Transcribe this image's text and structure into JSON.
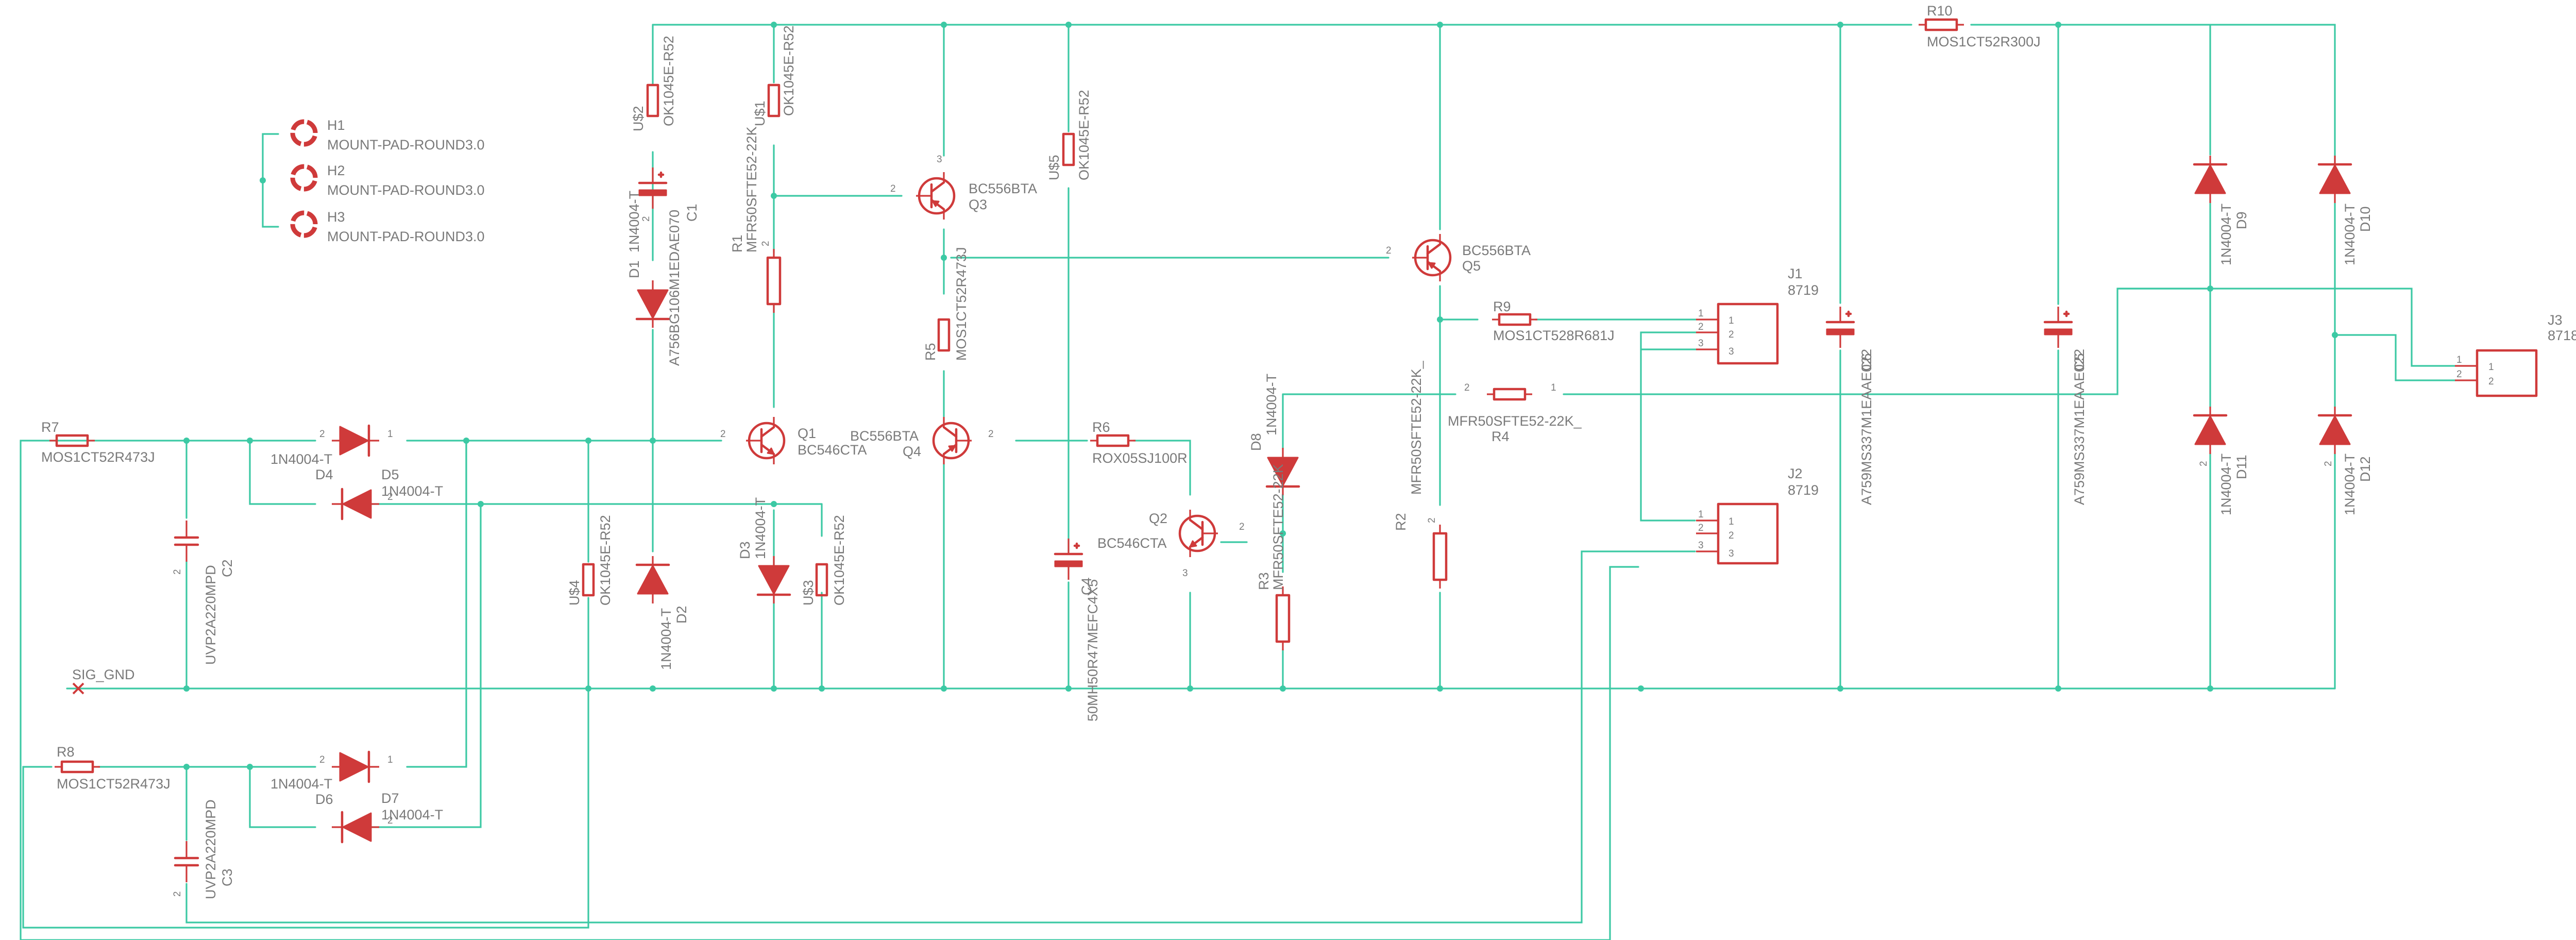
{
  "schematic": {
    "mount_pads": [
      {
        "ref": "H1",
        "value": "MOUNT-PAD-ROUND3.0"
      },
      {
        "ref": "H2",
        "value": "MOUNT-PAD-ROUND3.0"
      },
      {
        "ref": "H3",
        "value": "MOUNT-PAD-ROUND3.0"
      }
    ],
    "net_labels": {
      "sig_gnd": "SIG_GND"
    },
    "resistors": [
      {
        "ref": "R7",
        "value": "MOS1CT52R473J"
      },
      {
        "ref": "R8",
        "value": "MOS1CT52R473J"
      },
      {
        "ref": "R1",
        "value": "MFR50SFTE52-22K"
      },
      {
        "ref": "R5",
        "value": "MOS1CT52R473J"
      },
      {
        "ref": "R6",
        "value": "ROX05SJ100R"
      },
      {
        "ref": "R3",
        "value": "MFR50SFTE52-22K"
      },
      {
        "ref": "R2",
        "value": "MFR50SFTE52-22K_"
      },
      {
        "ref": "R9",
        "value": "MOS1CT528R681J"
      },
      {
        "ref": "R4",
        "value": "MFR50SFTE52-22K_"
      },
      {
        "ref": "R10",
        "value": "MOS1CT52R300J"
      }
    ],
    "diodes": [
      {
        "ref": "D4",
        "value": "1N4004-T"
      },
      {
        "ref": "D5",
        "value": "1N4004-T"
      },
      {
        "ref": "D6",
        "value": "1N4004-T"
      },
      {
        "ref": "D7",
        "value": "1N4004-T"
      },
      {
        "ref": "D1",
        "value": "1N4004-T"
      },
      {
        "ref": "D2",
        "value": "1N4004-T"
      },
      {
        "ref": "D3",
        "value": "1N4004-T"
      },
      {
        "ref": "D8",
        "value": "1N4004-T"
      },
      {
        "ref": "D9",
        "value": "1N4004-T"
      },
      {
        "ref": "D10",
        "value": "1N4004-T"
      },
      {
        "ref": "D11",
        "value": "1N4004-T"
      },
      {
        "ref": "D12",
        "value": "1N4004-T"
      }
    ],
    "capacitors": [
      {
        "ref": "C1",
        "value": "A756BG106M1EDAE070"
      },
      {
        "ref": "C2",
        "value": "UVP2A220MPD"
      },
      {
        "ref": "C3",
        "value": "UVP2A220MPD"
      },
      {
        "ref": "C4",
        "value": "50MH50R47MEFC4X5"
      },
      {
        "ref": "C5",
        "value": "A759MS337M1EAAE022"
      },
      {
        "ref": "C6",
        "value": "A759MS337M1EAAE022"
      }
    ],
    "transistors": [
      {
        "ref": "Q1",
        "value": "BC546CTA"
      },
      {
        "ref": "Q2",
        "value": "BC546CTA"
      },
      {
        "ref": "Q3",
        "value": "BC556BTA"
      },
      {
        "ref": "Q4",
        "value": "BC556BTA"
      },
      {
        "ref": "Q5",
        "value": "BC556BTA"
      }
    ],
    "jumpers": [
      {
        "ref": "U$1",
        "value": "OK1045E-R52"
      },
      {
        "ref": "U$2",
        "value": "OK1045E-R52"
      },
      {
        "ref": "U$3",
        "value": "OK1045E-R52"
      },
      {
        "ref": "U$4",
        "value": "OK1045E-R52"
      },
      {
        "ref": "U$5",
        "value": "OK1045E-R52"
      }
    ],
    "connectors": [
      {
        "ref": "J1",
        "value": "8719",
        "pins": [
          "1",
          "2",
          "3"
        ]
      },
      {
        "ref": "J2",
        "value": "8719",
        "pins": [
          "1",
          "2",
          "3"
        ]
      },
      {
        "ref": "J3",
        "value": "8718",
        "pins": [
          "1",
          "2"
        ]
      }
    ],
    "pin_numbers": {
      "p1": "1",
      "p2": "2",
      "p3": "3"
    },
    "colors": {
      "wire": "#3cc9a4",
      "symbol": "#cf3a3a",
      "label": "#7a7a7a",
      "background": "#ffffff"
    }
  }
}
